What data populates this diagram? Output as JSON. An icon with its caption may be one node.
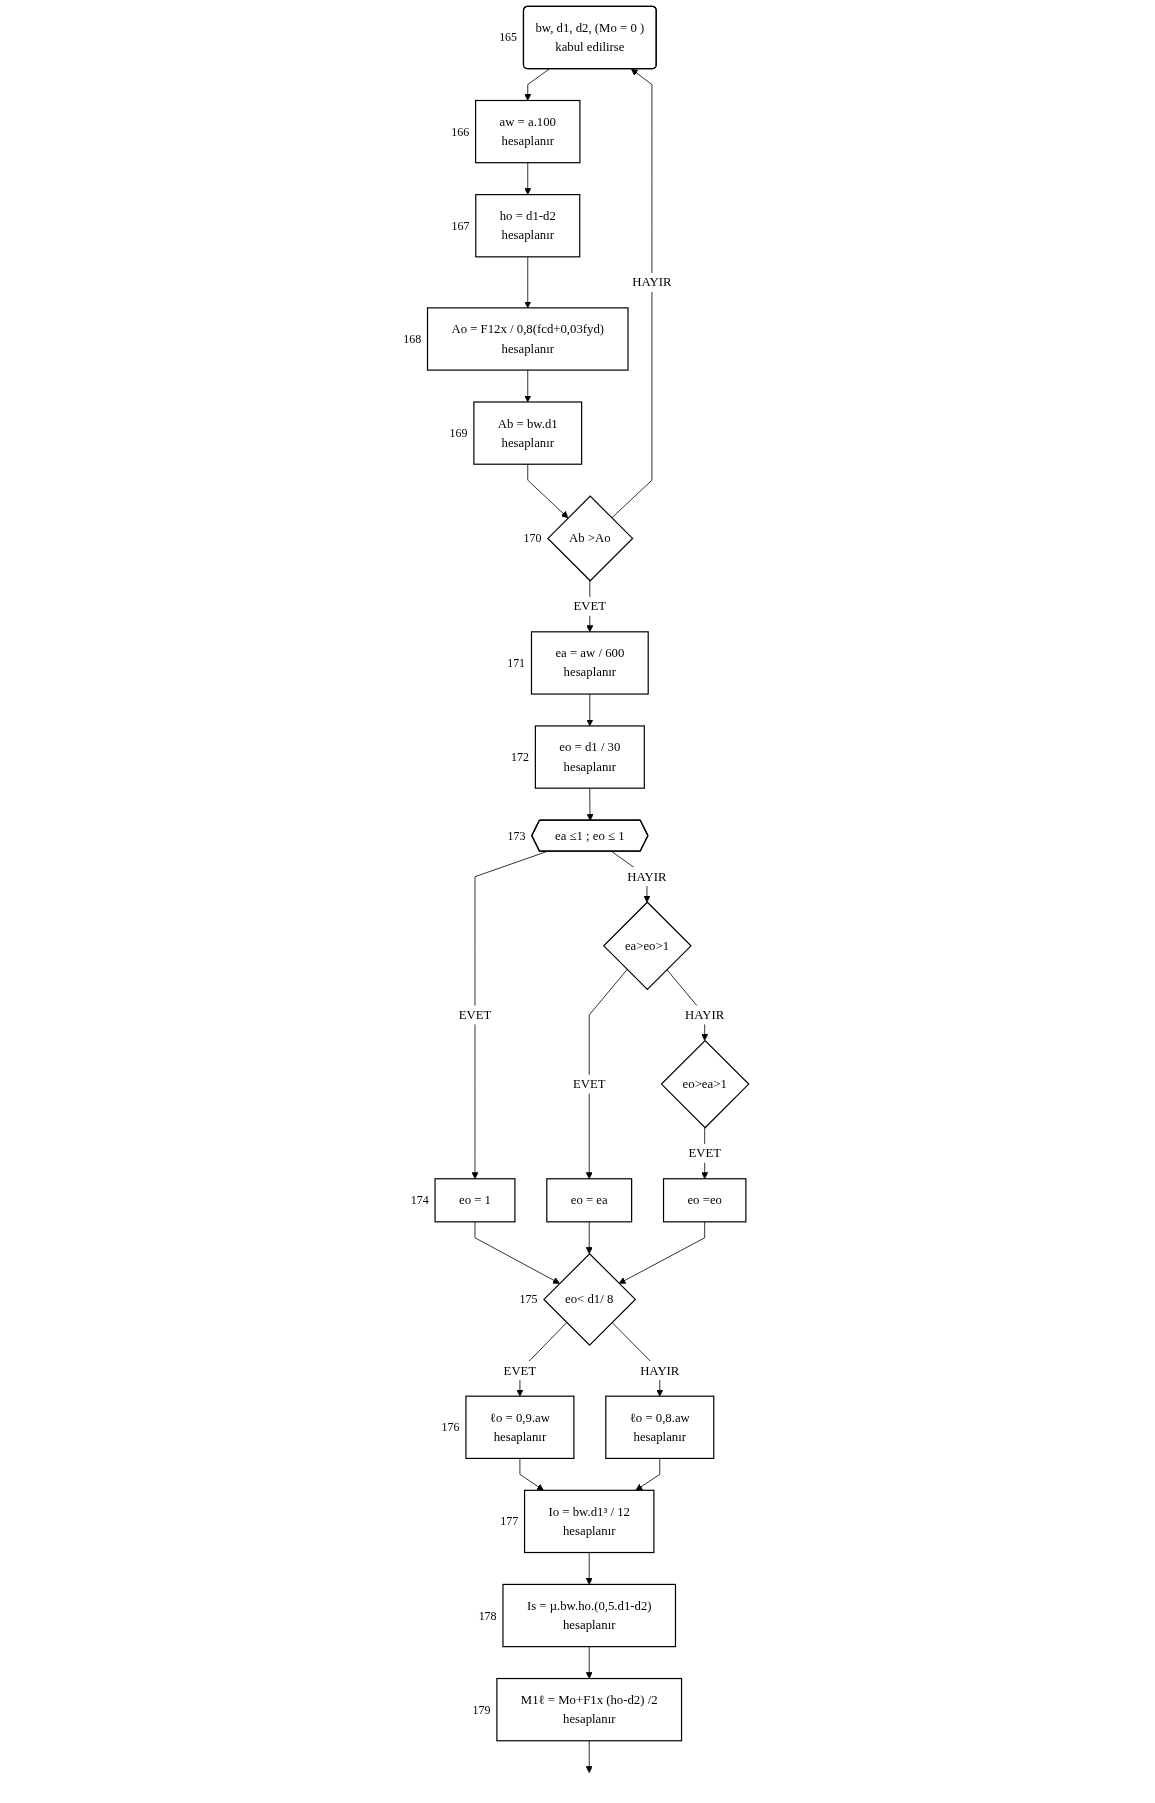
{
  "diagram": {
    "nodes": [
      {
        "text": [
          "bw, d1, d2, (Mo = 0 )",
          "kabul edilirse"
        ],
        "beside": [
          "165"
        ]
      },
      {
        "text": [
          "aw = a.100",
          "hesaplanır"
        ],
        "beside": [
          "166"
        ]
      },
      {
        "text": [
          "ho = d1-d2",
          "hesaplanır"
        ],
        "beside": [
          "167"
        ]
      },
      {
        "text": [
          "Ao = F12x / 0,8(fcd+0,03fyd)",
          "hesaplanır"
        ],
        "beside": [
          "168"
        ]
      },
      {
        "text": [
          "Ab = bw.d1",
          "hesaplanır"
        ],
        "beside": [
          "169"
        ]
      },
      {
        "text": [
          "Ab >Ao"
        ],
        "beside": [
          "170"
        ]
      },
      {
        "text": [
          "ea = aw / 600",
          "hesaplanır"
        ],
        "beside": [
          "171"
        ]
      },
      {
        "text": [
          "eo = d1 / 30",
          "hesaplanır"
        ],
        "beside": [
          "172"
        ]
      },
      {
        "text": [
          "ea ≤1 ;  eo ≤ 1"
        ],
        "beside": [
          "173"
        ]
      },
      {
        "text": [
          "ea>eo>1"
        ]
      },
      {
        "text": [
          "eo>ea>1"
        ]
      },
      {
        "text": [
          "eo = 1"
        ],
        "beside": [
          "174"
        ]
      },
      {
        "text": [
          "eo = ea"
        ]
      },
      {
        "text": [
          "eo =eo"
        ]
      },
      {
        "text": [
          "eo< d1/ 8"
        ],
        "beside": [
          "175"
        ]
      },
      {
        "text": [
          "ℓo = 0,8.aw",
          "hesaplanır"
        ]
      },
      {
        "text": [
          "ℓo = 0,9.aw",
          "hesaplanır"
        ],
        "beside": [
          "176"
        ]
      },
      {
        "text": [
          "Io = bw.d1³ / 12",
          "hesaplanır"
        ],
        "beside": [
          "177"
        ]
      },
      {
        "text": [
          "Is = µ.bw.ho.(0,5.d1-d2)",
          "hesaplanır"
        ],
        "beside": [
          "178"
        ]
      },
      {
        "text": [
          "M1ℓ = Mo+F1x (ho-d2) /2",
          "hesaplanır"
        ],
        "beside": [
          "179"
        ]
      }
    ],
    "edges": [
      {
        "from": 0,
        "to": 1,
        "arrow": "to"
      },
      {
        "from": 1,
        "to": 2,
        "arrow": "to"
      },
      {
        "from": 2,
        "to": 3,
        "arrow": "to"
      },
      {
        "from": 3,
        "to": 4,
        "arrow": "to"
      },
      {
        "from": 4,
        "to": 5,
        "arrow": "to"
      },
      {
        "from": 5,
        "to": 0,
        "arrow": "to",
        "label": "HAYIR"
      },
      {
        "from": 5,
        "to": 6,
        "arrow": "to",
        "label": "EVET"
      },
      {
        "from": 6,
        "to": 7,
        "arrow": "to"
      },
      {
        "from": 7,
        "to": 8,
        "arrow": "to"
      },
      {
        "from": 8,
        "to": 9,
        "arrow": "to",
        "label": "HAYIR"
      },
      {
        "from": 9,
        "to": 10,
        "arrow": "to",
        "label": "HAYIR"
      },
      {
        "from": 8,
        "to": 11,
        "arrow": "to",
        "label": "EVET"
      },
      {
        "from": 9,
        "to": 12,
        "arrow": "to",
        "label": "EVET"
      },
      {
        "from": 10,
        "to": 13,
        "arrow": "to",
        "label": "EVET"
      },
      {
        "from": 11,
        "to": 14,
        "arrow": "to"
      },
      {
        "from": 12,
        "to": 14,
        "arrow": "to"
      },
      {
        "from": 13,
        "to": 14,
        "arrow": "to"
      },
      {
        "from": 14,
        "to": 15,
        "arrow": "to",
        "label": "HAYIR"
      },
      {
        "from": 14,
        "to": 16,
        "arrow": "to",
        "label": "EVET"
      },
      {
        "from": 16,
        "to": 17,
        "arrow": "to"
      },
      {
        "from": 15,
        "to": 17,
        "arrow": "to"
      },
      {
        "from": 17,
        "to": 18,
        "arrow": "to"
      },
      {
        "from": 18,
        "to": 19,
        "arrow": "to"
      },
      {
        "from": 19,
        "to": null,
        "arrow": "to"
      }
    ]
  }
}
